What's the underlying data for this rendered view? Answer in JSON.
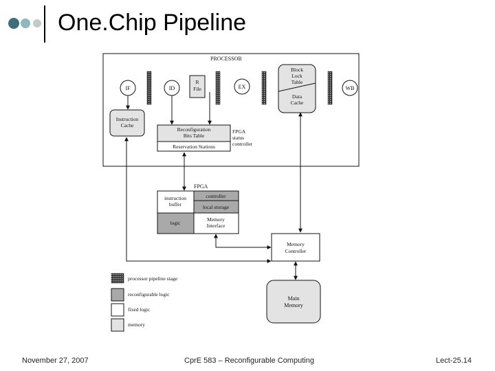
{
  "slide": {
    "title": "One.Chip Pipeline",
    "footer_left": "November 27, 2007",
    "footer_center": "CprE 583 – Reconfigurable Computing",
    "footer_right": "Lect-25.14"
  },
  "colors": {
    "dot_1": "#3d6e79",
    "dot_2": "#8fb7bf",
    "dot_3": "#c4c9cb",
    "reconfigurable": "#a9a9a9",
    "memory": "#e3e3e3",
    "fixed": "#ffffff"
  },
  "diagram": {
    "processor_label": "PROCESSOR",
    "stages": {
      "if": "IF",
      "id": "ID",
      "rfile_line1": "R",
      "rfile_line2": "File",
      "ex": "EX",
      "wb": "WB"
    },
    "block_lock": [
      "Block",
      "Lock",
      "Table"
    ],
    "data_cache": [
      "Data",
      "Cache"
    ],
    "instruction_cache": [
      "Instruction",
      "Cache"
    ],
    "reconfig_bits": [
      "Reconfiguration",
      "Bits Table"
    ],
    "reservation_stations": "Reservation Stations",
    "fpga_status": [
      "FPGA",
      "status",
      "controller"
    ],
    "fpga_label": "FPGA",
    "fpga": {
      "instruction_buffer": [
        "instruction",
        "buffer"
      ],
      "controller": "controller",
      "local_storage": "local storage",
      "logic": "logic",
      "memory_interface": [
        "Memory",
        "Interface"
      ]
    },
    "memory_controller": [
      "Memory",
      "Controller"
    ],
    "main_memory": [
      "Main",
      "Memory"
    ],
    "legend": [
      {
        "kind": "pipeline",
        "label": "processor pipeline stage"
      },
      {
        "kind": "reconfigurable",
        "label": "reconfigurable logic"
      },
      {
        "kind": "fixed",
        "label": "fixed logic"
      },
      {
        "kind": "memory",
        "label": "memory"
      }
    ]
  }
}
